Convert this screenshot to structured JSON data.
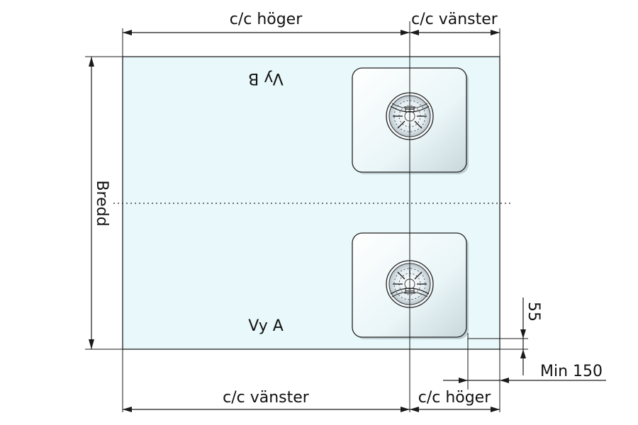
{
  "labels": {
    "top_cc_right": "c/c höger",
    "top_cc_left": "c/c vänster",
    "bottom_cc_left": "c/c vänster",
    "bottom_cc_right": "c/c höger",
    "width": "Bredd",
    "view_a": "Vy A",
    "view_b": "Vy B",
    "dim_55": "55",
    "min_150": "Min 150"
  },
  "colors": {
    "countertop_fill": "#e9f8fa",
    "countertop_stroke": "#222222",
    "sink_fill": "#eef9fb",
    "line": "#1a1a1a"
  },
  "icons": {
    "drain": "drain-strainer-icon"
  }
}
